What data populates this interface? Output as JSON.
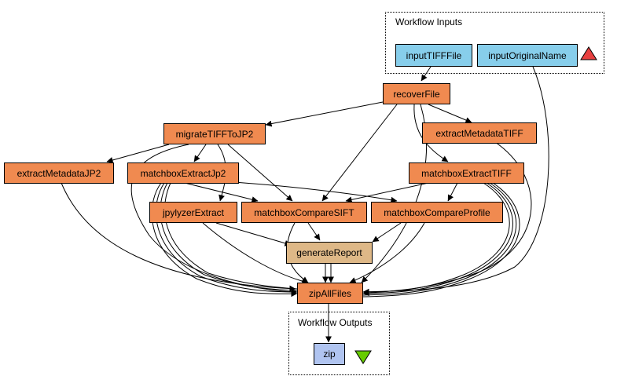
{
  "groups": {
    "inputs_label": "Workflow Inputs",
    "outputs_label": "Workflow Outputs"
  },
  "colors": {
    "processor": "#f08a50",
    "input": "#87ceeb",
    "output": "#b0c4f0",
    "report": "#deb887",
    "input_marker": "#e84040",
    "output_marker": "#66cc00"
  },
  "nodes": {
    "inputTIFFFile": "inputTIFFFile",
    "inputOriginalName": "inputOriginalName",
    "recoverFile": "recoverFile",
    "migrateTIFFToJP2": "migrateTIFFToJP2",
    "extractMetadataTIFF": "extractMetadataTIFF",
    "extractMetadataJP2": "extractMetadataJP2",
    "matchboxExtractJp2": "matchboxExtractJp2",
    "matchboxExtractTIFF": "matchboxExtractTIFF",
    "jpylyzerExtract": "jpylyzerExtract",
    "matchboxCompareSIFT": "matchboxCompareSIFT",
    "matchboxCompareProfile": "matchboxCompareProfile",
    "generateReport": "generateReport",
    "zipAllFiles": "zipAllFiles",
    "zip": "zip"
  },
  "edges": [
    [
      "inputTIFFFile",
      "recoverFile"
    ],
    [
      "inputOriginalName",
      "zipAllFiles"
    ],
    [
      "recoverFile",
      "migrateTIFFToJP2"
    ],
    [
      "recoverFile",
      "extractMetadataTIFF"
    ],
    [
      "recoverFile",
      "matchboxExtractTIFF"
    ],
    [
      "recoverFile",
      "matchboxCompareSIFT"
    ],
    [
      "recoverFile",
      "zipAllFiles"
    ],
    [
      "migrateTIFFToJP2",
      "extractMetadataJP2"
    ],
    [
      "migrateTIFFToJP2",
      "matchboxExtractJp2"
    ],
    [
      "migrateTIFFToJP2",
      "jpylyzerExtract"
    ],
    [
      "migrateTIFFToJP2",
      "matchboxCompareSIFT"
    ],
    [
      "migrateTIFFToJP2",
      "zipAllFiles"
    ],
    [
      "extractMetadataTIFF",
      "zipAllFiles"
    ],
    [
      "extractMetadataJP2",
      "zipAllFiles"
    ],
    [
      "matchboxExtractJp2",
      "matchboxCompareSIFT"
    ],
    [
      "matchboxExtractJp2",
      "matchboxCompareProfile"
    ],
    [
      "matchboxExtractJp2",
      "zipAllFiles"
    ],
    [
      "matchboxExtractTIFF",
      "matchboxCompareSIFT"
    ],
    [
      "matchboxExtractTIFF",
      "matchboxCompareProfile"
    ],
    [
      "matchboxExtractTIFF",
      "zipAllFiles"
    ],
    [
      "jpylyzerExtract",
      "generateReport"
    ],
    [
      "jpylyzerExtract",
      "zipAllFiles"
    ],
    [
      "matchboxCompareSIFT",
      "generateReport"
    ],
    [
      "matchboxCompareSIFT",
      "zipAllFiles"
    ],
    [
      "matchboxCompareProfile",
      "generateReport"
    ],
    [
      "matchboxCompareProfile",
      "zipAllFiles"
    ],
    [
      "generateReport",
      "zipAllFiles"
    ],
    [
      "zipAllFiles",
      "zip"
    ]
  ]
}
